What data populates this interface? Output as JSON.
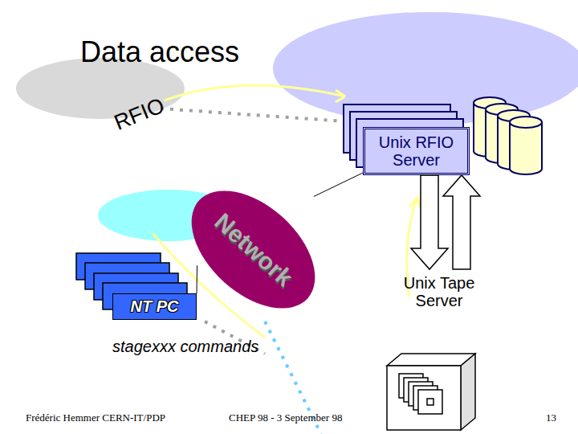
{
  "diagram": {
    "title": "Data access",
    "nodes": [
      {
        "text": [
          "Network"
        ]
      },
      {
        "text": [
          "Unix RFIO Server"
        ]
      },
      {
        "text": [
          "NT PC"
        ]
      },
      {
        "text": [
          "Unix Tape Server"
        ]
      }
    ],
    "edges": [
      {
        "from": 0,
        "to": 1,
        "arrow": "none"
      },
      {
        "from": 0,
        "to": 2,
        "arrow": "none"
      },
      {
        "from": 1,
        "to": 3,
        "arrow": "to"
      },
      {
        "from": 3,
        "to": 1,
        "arrow": "to"
      }
    ],
    "labels": [
      "RFIO",
      "stagexxx commands",
      "Frédéric Hemmer CERN-IT/PDP",
      "CHEP 98 - 3 September 98",
      "13"
    ]
  }
}
